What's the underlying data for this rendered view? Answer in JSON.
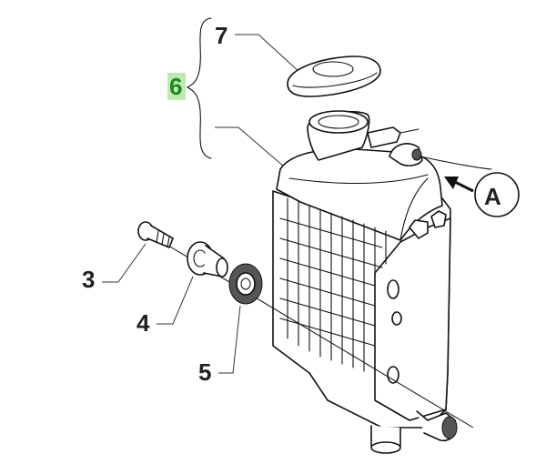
{
  "callouts": {
    "cap": "7",
    "assembly": "6",
    "bolt": "3",
    "washer": "4",
    "grommet": "5",
    "detail_marker": "A"
  },
  "colors": {
    "highlight": "#bfe9b3",
    "highlight_text": "#1a8a1a",
    "line": "#111111"
  }
}
